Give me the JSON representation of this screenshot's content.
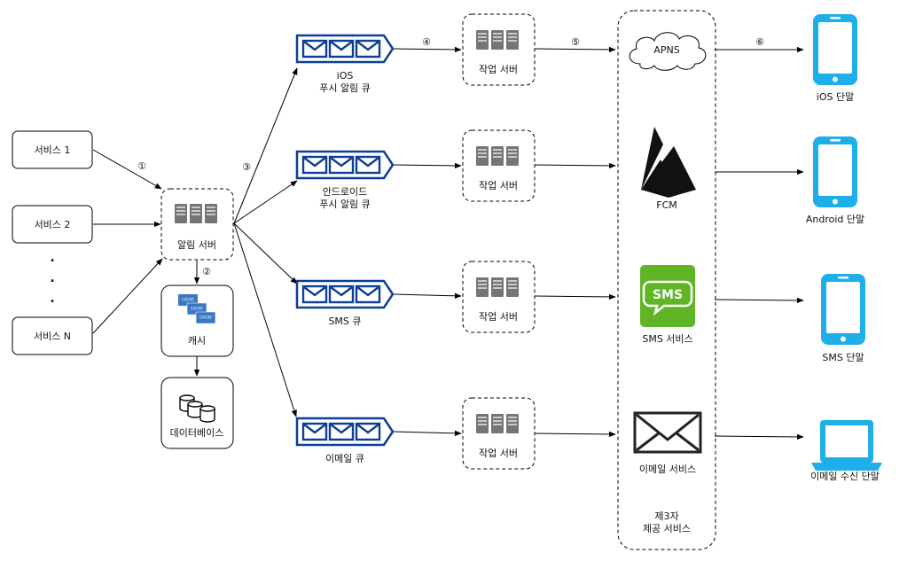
{
  "services": [
    "서비스 1",
    "서비스 2",
    "서비스 N"
  ],
  "ellipsis": [
    ".",
    ".",
    "."
  ],
  "notification_server": "알림 서버",
  "cache": "캐시",
  "cache_badge": "CACHE",
  "database": "데이터베이스",
  "queues": {
    "ios": [
      "iOS",
      "푸시 알림 큐"
    ],
    "android": [
      "안드로이드",
      "푸시 알림 큐"
    ],
    "sms": [
      "SMS 큐"
    ],
    "email": [
      "이메일 큐"
    ]
  },
  "worker": "작업 서버",
  "third_party": {
    "apns": "APNS",
    "fcm": "FCM",
    "sms_service": "SMS 서비스",
    "sms_logo": "SMS",
    "email_service": "이메일 서비스",
    "group_label": [
      "제3자",
      "제공 서비스"
    ]
  },
  "devices": {
    "ios": "iOS 단말",
    "android": "Android 단말",
    "sms": "SMS 단말",
    "email": "이메일 수신 단말"
  },
  "steps": {
    "s1": "①",
    "s2": "②",
    "s3": "③",
    "s4": "④",
    "s5": "⑤",
    "s6": "⑥"
  },
  "colors": {
    "queue_blue": "#0d3f94",
    "device_cyan": "#1eaeea",
    "sms_green": "#5fb525",
    "server_gray": "#757575",
    "cache_blue": "#3a78c3"
  }
}
